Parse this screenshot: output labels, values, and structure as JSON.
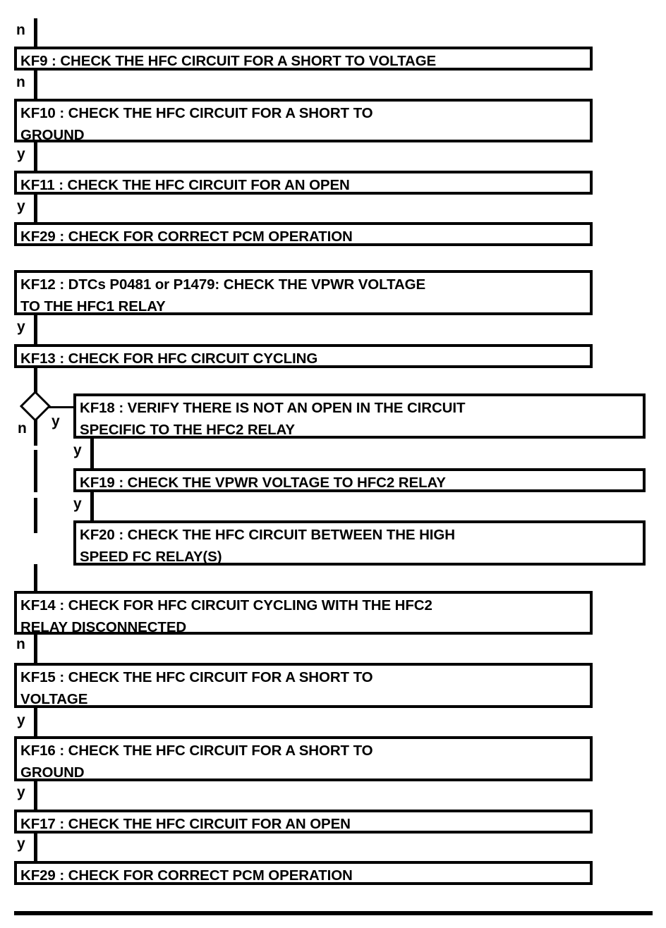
{
  "diagram": {
    "title": "HFC Circuit Diagnostic Flowchart",
    "line_color": "#000000",
    "background": "#ffffff",
    "nodes": [
      {
        "id": "KF9",
        "label": "KF9 : CHECK THE HFC CIRCUIT FOR A SHORT TO VOLTAGE"
      },
      {
        "id": "KF10",
        "label": "KF10 : CHECK THE HFC CIRCUIT FOR A SHORT TO\nGROUND"
      },
      {
        "id": "KF11",
        "label": "KF11 : CHECK THE HFC CIRCUIT FOR AN OPEN"
      },
      {
        "id": "KF29a",
        "label": "KF29 : CHECK FOR CORRECT PCM OPERATION"
      },
      {
        "id": "KF12",
        "label": "KF12 : DTCs P0481 or P1479: CHECK THE VPWR VOLTAGE\nTO THE HFC1 RELAY"
      },
      {
        "id": "KF13",
        "label": "KF13 : CHECK FOR HFC CIRCUIT CYCLING"
      },
      {
        "id": "KF18",
        "label": "KF18 : VERIFY THERE IS NOT AN OPEN IN THE CIRCUIT\nSPECIFIC TO THE HFC2 RELAY"
      },
      {
        "id": "KF19",
        "label": "KF19 : CHECK THE VPWR VOLTAGE TO HFC2 RELAY"
      },
      {
        "id": "KF20",
        "label": "KF20 : CHECK THE HFC CIRCUIT BETWEEN THE HIGH\nSPEED FC RELAY(S)"
      },
      {
        "id": "KF14",
        "label": "KF14 : CHECK FOR HFC CIRCUIT CYCLING WITH THE HFC2\nRELAY DISCONNECTED"
      },
      {
        "id": "KF15",
        "label": "KF15 : CHECK THE HFC CIRCUIT FOR A SHORT TO\nVOLTAGE"
      },
      {
        "id": "KF16",
        "label": "KF16 : CHECK THE HFC CIRCUIT FOR A SHORT TO\nGROUND"
      },
      {
        "id": "KF17",
        "label": "KF17 : CHECK THE HFC CIRCUIT FOR AN OPEN"
      },
      {
        "id": "KF29b",
        "label": "KF29 : CHECK FOR CORRECT PCM OPERATION"
      }
    ],
    "edge_labels": [
      {
        "id": "e-top-kf9",
        "text": "n"
      },
      {
        "id": "e-kf9-kf10",
        "text": "n"
      },
      {
        "id": "e-kf10-kf11",
        "text": "y"
      },
      {
        "id": "e-kf11-kf29a",
        "text": "y"
      },
      {
        "id": "e-kf12-kf13",
        "text": "y"
      },
      {
        "id": "e-decision-no",
        "text": "n"
      },
      {
        "id": "e-decision-yes",
        "text": "y"
      },
      {
        "id": "e-kf18-kf19",
        "text": "y"
      },
      {
        "id": "e-kf19-kf20",
        "text": "y"
      },
      {
        "id": "e-kf14-kf15",
        "text": "n"
      },
      {
        "id": "e-kf15-kf16",
        "text": "y"
      },
      {
        "id": "e-kf16-kf17",
        "text": "y"
      },
      {
        "id": "e-kf17-kf29b",
        "text": "y"
      }
    ]
  }
}
